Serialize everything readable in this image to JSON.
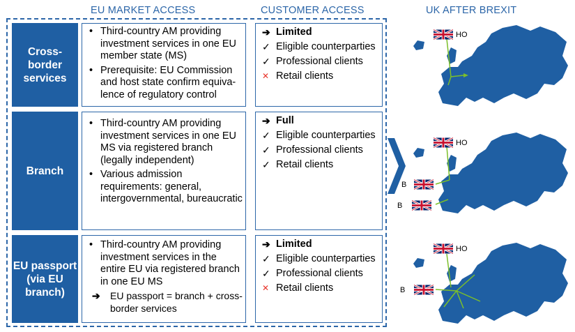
{
  "headers": {
    "market": "EU MARKET ACCESS",
    "customer": "CUSTOMER ACCESS",
    "uk": "UK AFTER BREXIT"
  },
  "rows": [
    {
      "label": "Cross-\nborder\nservices",
      "market": [
        "Third-country AM providing investment services in one EU member state (MS)",
        "Prerequisite: EU Commission and host state confirm equiva-lence of regulatory control"
      ],
      "access_level": "Limited",
      "clients": [
        {
          "label": "Eligible counterparties",
          "ok": true
        },
        {
          "label": "Professional clients",
          "ok": true
        },
        {
          "label": "Retail clients",
          "ok": false
        }
      ],
      "map_labels": [
        "HO"
      ]
    },
    {
      "label": "Branch",
      "market": [
        "Third-country AM providing investment services in one EU MS via registered branch (legally independent)",
        "Various admission requirements: general, intergovernmental, bureaucratic"
      ],
      "access_level": "Full",
      "clients": [
        {
          "label": "Eligible counterparties",
          "ok": true
        },
        {
          "label": "Professional clients",
          "ok": true
        },
        {
          "label": "Retail clients",
          "ok": true
        }
      ],
      "map_labels": [
        "HO",
        "B",
        "B"
      ]
    },
    {
      "label": "EU passport\n(via EU\nbranch)",
      "market": [
        "Third-country AM providing investment services in the entire EU via registered branch in one EU MS"
      ],
      "market_sub": "EU passport = branch + cross-border services",
      "access_level": "Limited",
      "clients": [
        {
          "label": "Eligible counterparties",
          "ok": true
        },
        {
          "label": "Professional clients",
          "ok": true
        },
        {
          "label": "Retail clients",
          "ok": false
        }
      ],
      "map_labels": [
        "HO",
        "B"
      ]
    }
  ],
  "symbols": {
    "bullet": "•",
    "arrow": "➔",
    "check": "✓",
    "cross": "✕"
  },
  "colors": {
    "blue_dark": "#1f5fa3",
    "blue_line": "#2c66a8",
    "red": "#e8332a",
    "map_blue": "#1f5fa3",
    "arrow_green": "#7cbf2a"
  }
}
